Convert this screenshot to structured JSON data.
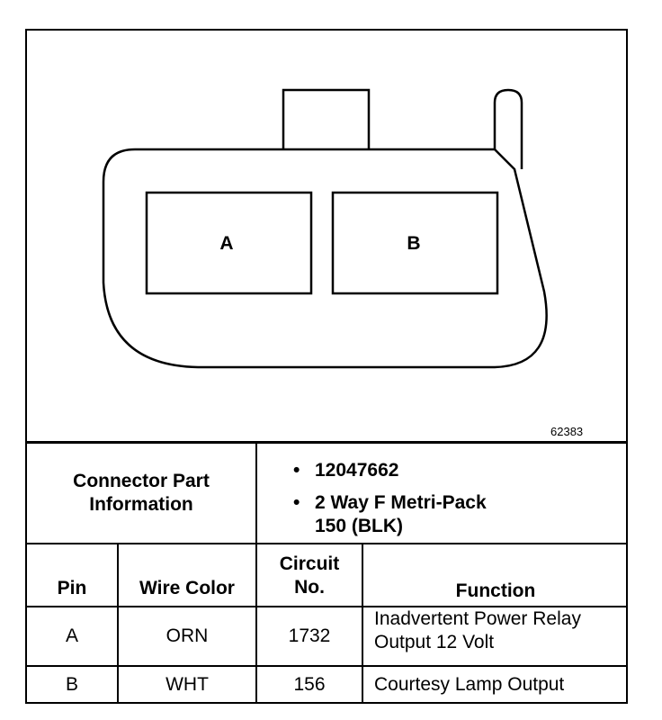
{
  "diagram": {
    "terminal_a": "A",
    "terminal_b": "B",
    "drawing_number": "62383"
  },
  "connector_info": {
    "label_line1": "Connector Part",
    "label_line2": "Information",
    "part_number": "12047662",
    "description_line1": "2 Way F Metri-Pack",
    "description_line2": "150 (BLK)",
    "bullet": "•"
  },
  "table": {
    "headers": {
      "pin": "Pin",
      "wire_color": "Wire Color",
      "circuit_line1": "Circuit",
      "circuit_line2": "No.",
      "function": "Function"
    },
    "rows": [
      {
        "pin": "A",
        "wire_color": "ORN",
        "circuit": "1732",
        "function_line1": "Inadvertent Power Relay",
        "function_line2": "Output 12 Volt"
      },
      {
        "pin": "B",
        "wire_color": "WHT",
        "circuit": "156",
        "function_line1": "Courtesy Lamp Output",
        "function_line2": ""
      }
    ]
  }
}
